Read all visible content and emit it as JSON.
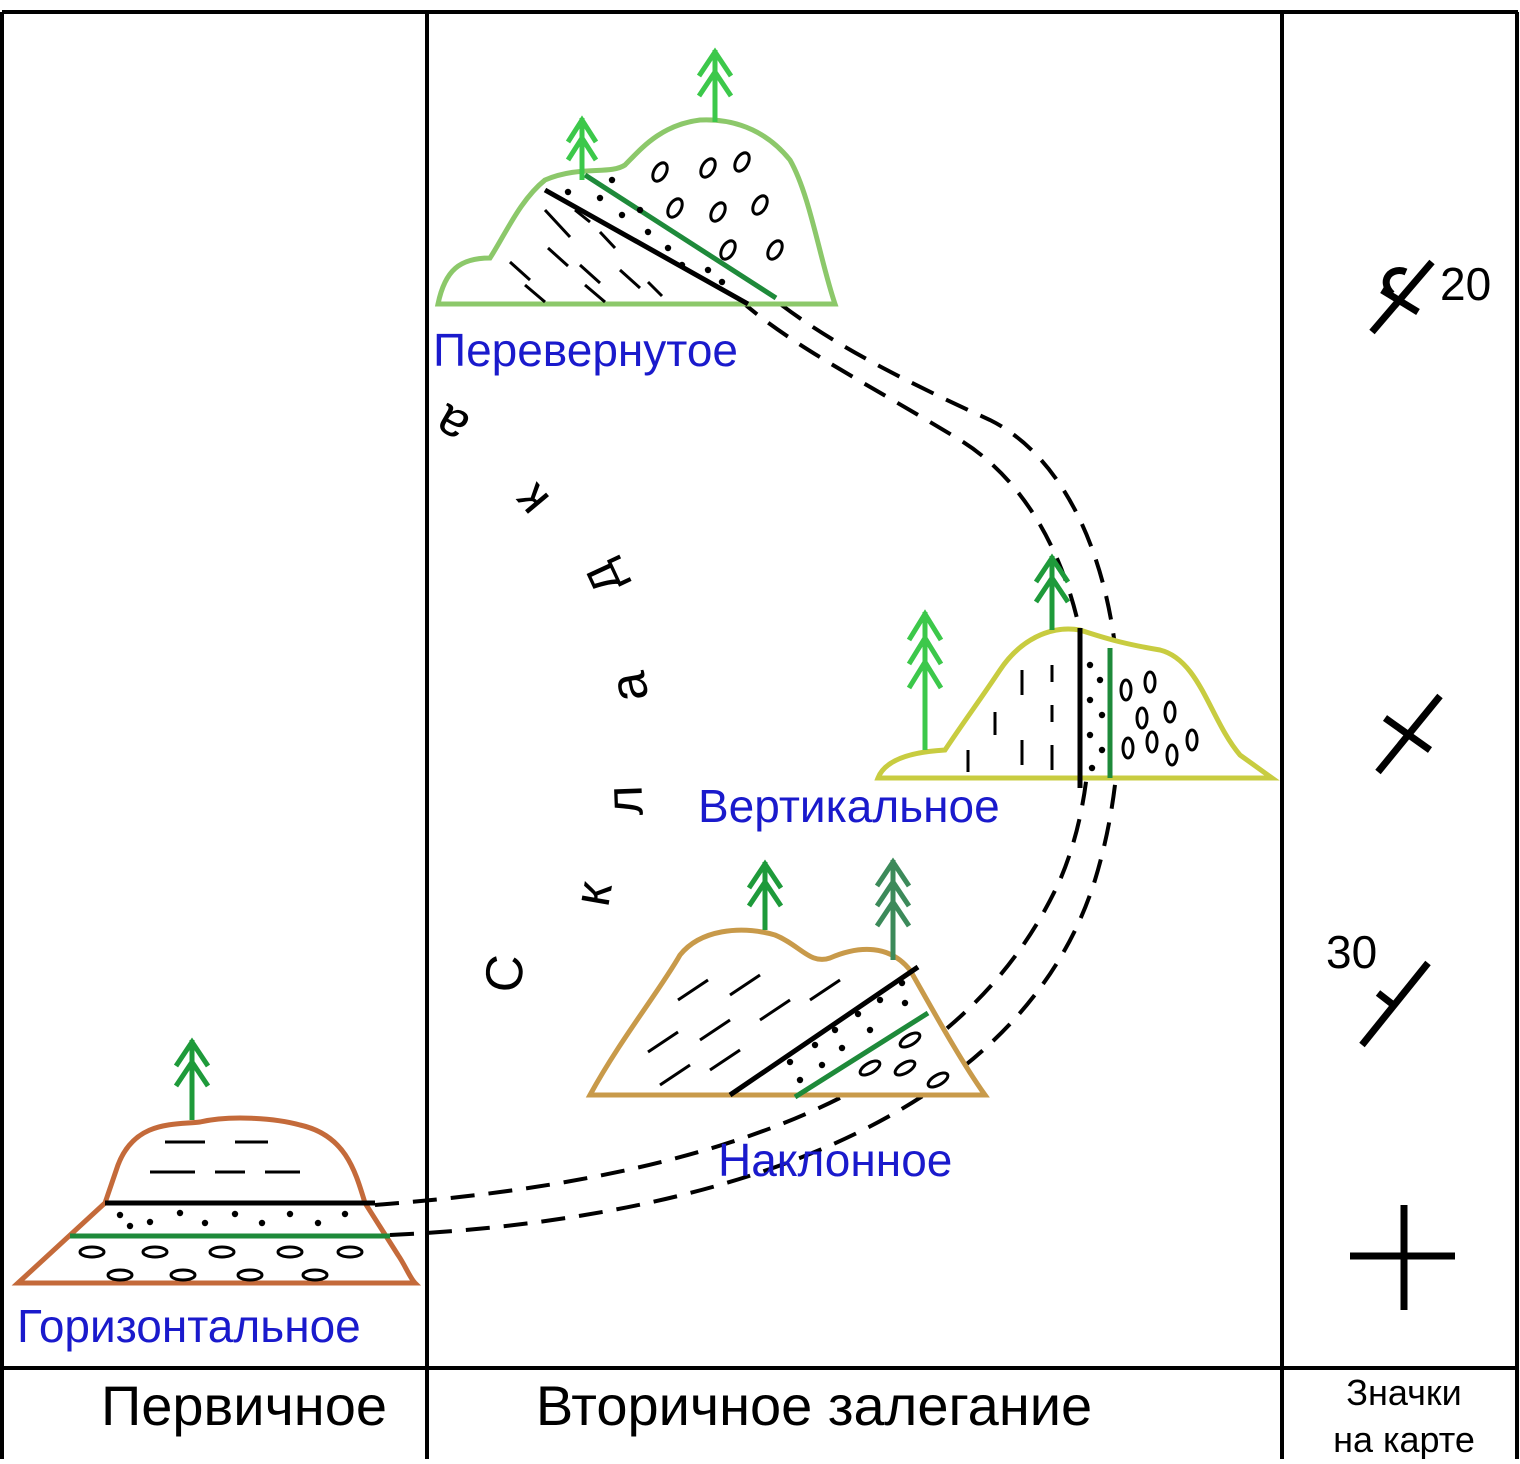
{
  "columns": {
    "primary_label": "Первичное",
    "secondary_label": "Вторичное залегание",
    "map_signs_line1": "Значки",
    "map_signs_line2": "на карте"
  },
  "bedding_types": {
    "horizontal": "Горизонтальное",
    "inclined": "Наклонное",
    "vertical": "Вертикальное",
    "overturned": "Перевернутое"
  },
  "fold_word_letters": [
    "С",
    "к",
    "л",
    "а",
    "д",
    "к",
    "а"
  ],
  "map_signs": {
    "overturned_dip": "20",
    "inclined_dip": "30"
  },
  "colors": {
    "label_blue": "#1a1acc",
    "horizontal_outline": "#c46a3a",
    "inclined_outline": "#c89a4a",
    "vertical_outline": "#c8cc40",
    "overturned_outline": "#8cc86a",
    "green_contact": "#1e8a3a",
    "tree_green": "#3cc84a"
  }
}
